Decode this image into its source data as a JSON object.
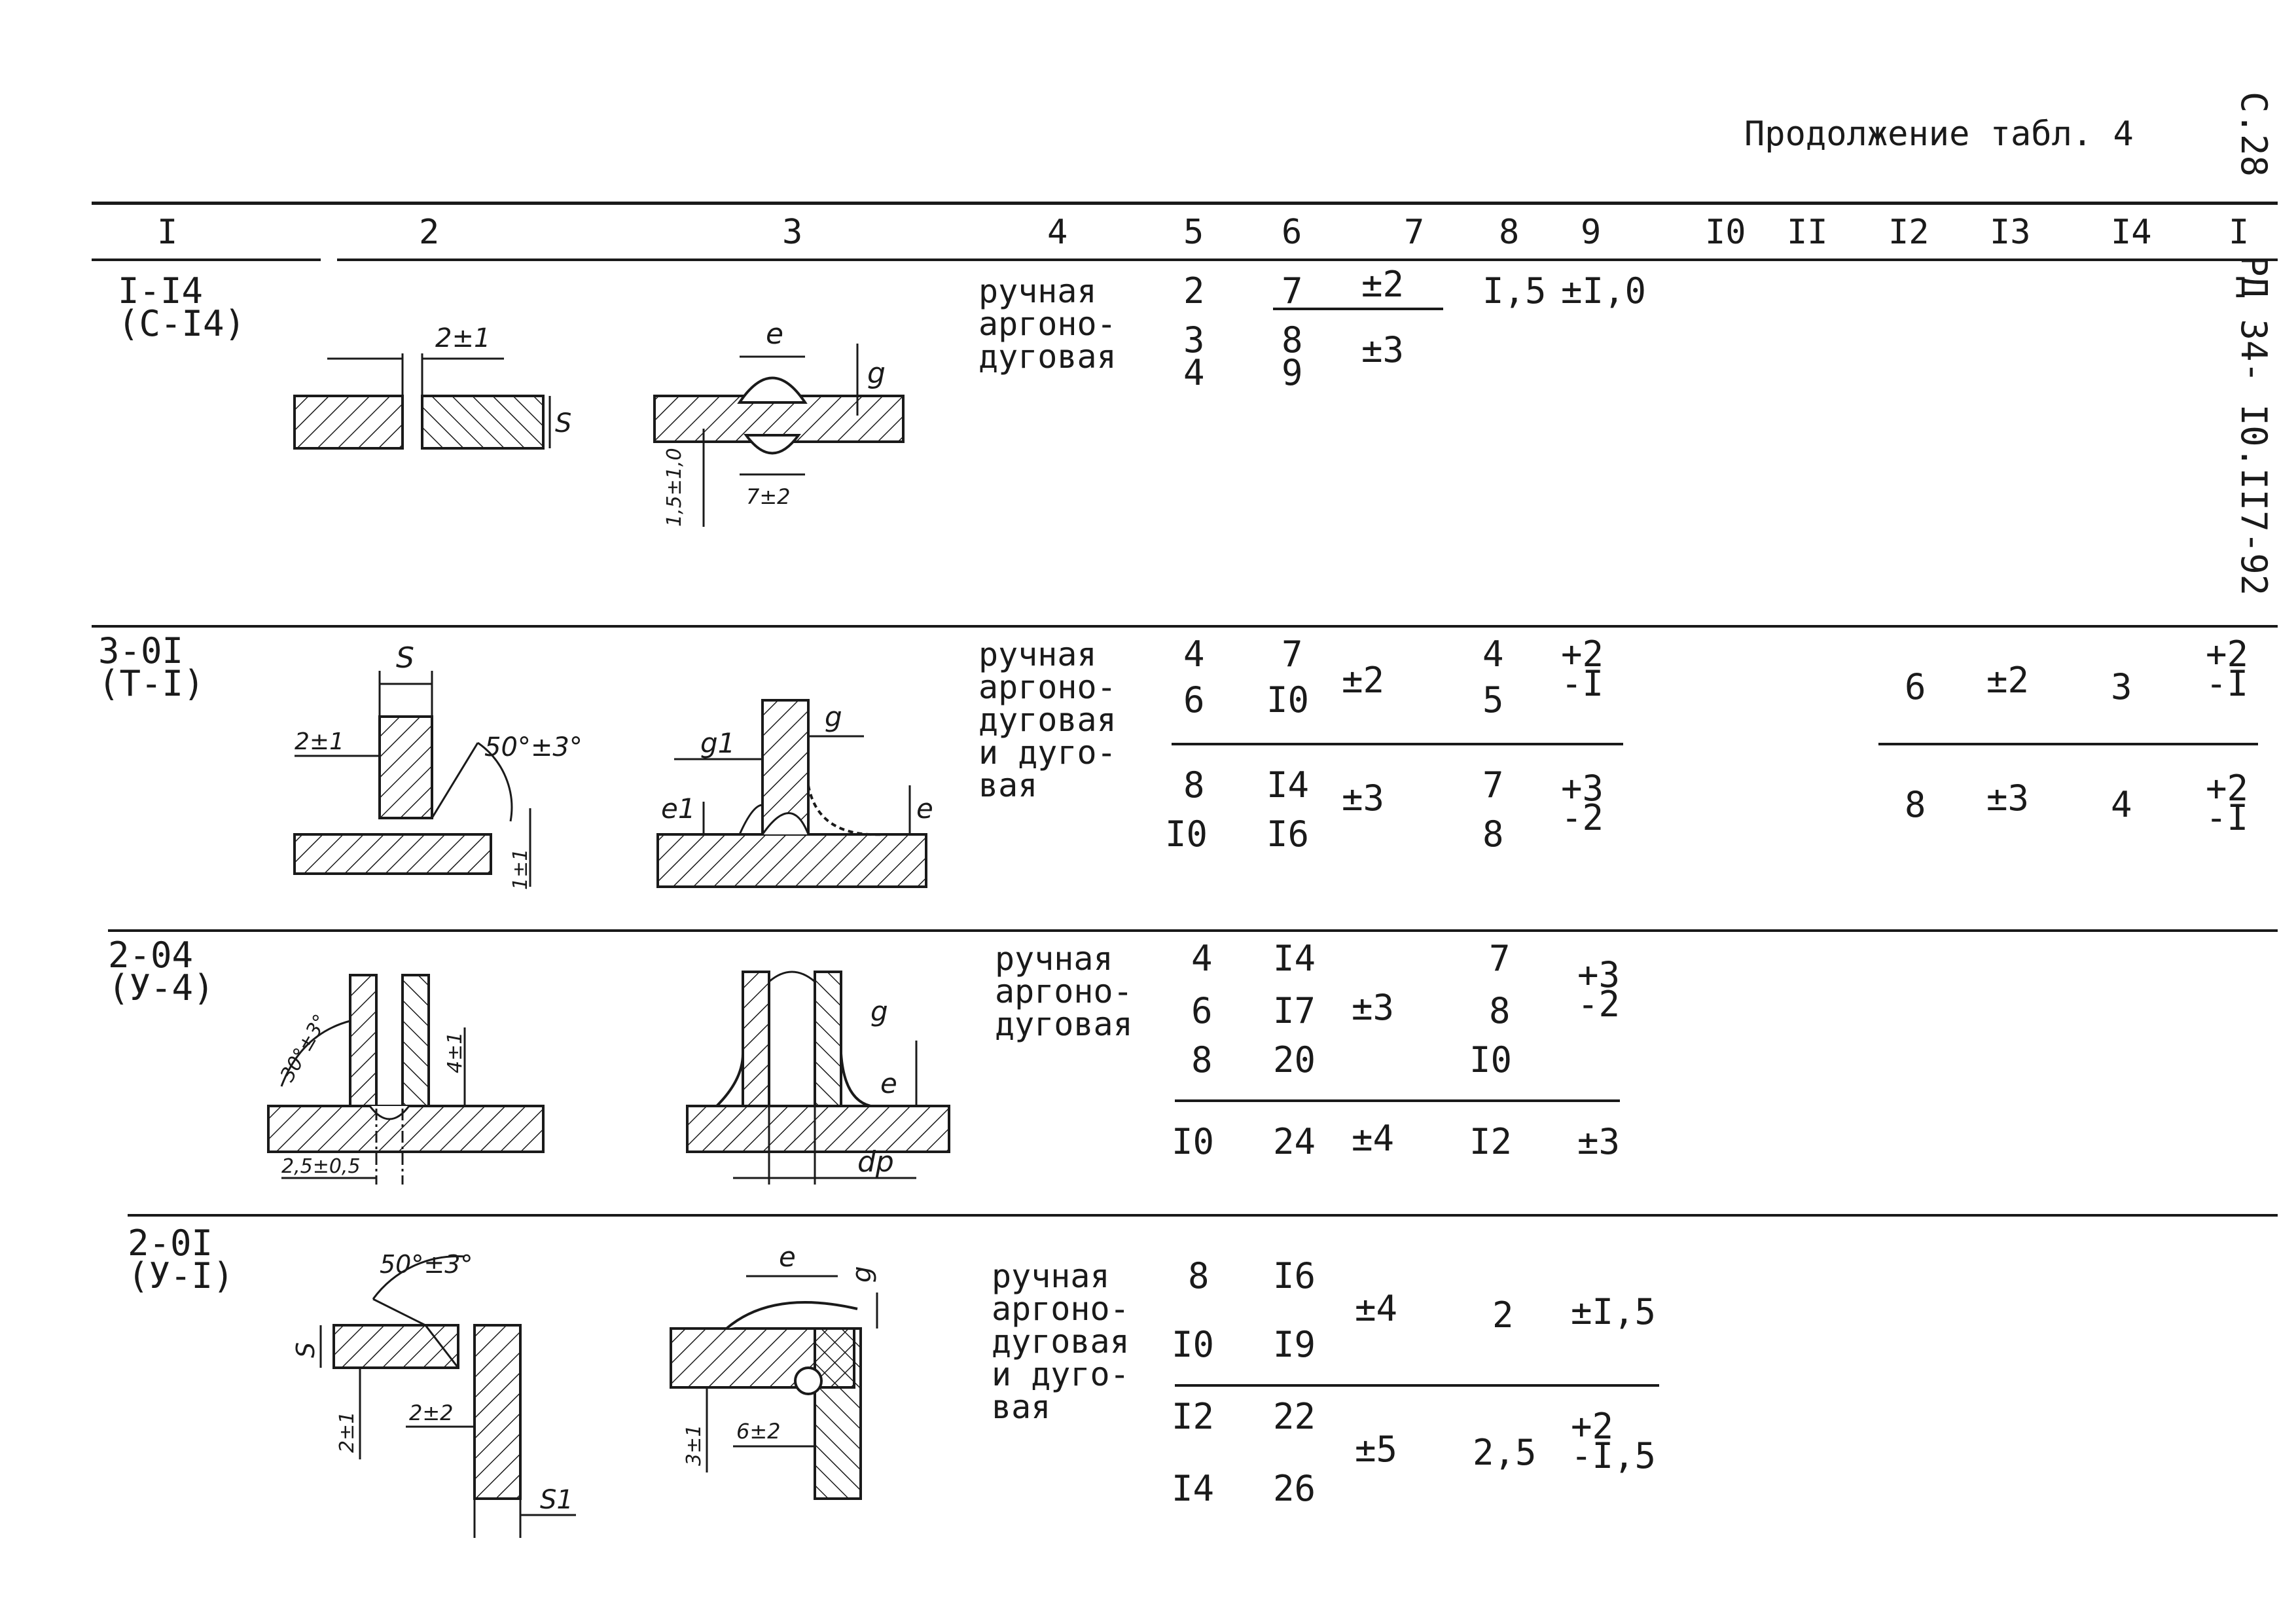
{
  "header": {
    "continuation": "Продолжение табл. 4",
    "page_ref": "С.28",
    "doc_code": "РД 34- I0.II7-92",
    "side_col_label": "I"
  },
  "columns": [
    "I",
    "2",
    "3",
    "4",
    "5",
    "6",
    "7",
    "8",
    "9",
    "I0",
    "II",
    "I2",
    "I3",
    "I4"
  ],
  "rows": [
    {
      "id_line1": "I-I4",
      "id_line2": "(С-I4)",
      "method": "ручная\nаргоно-\nдуговая",
      "col5": [
        "2",
        "3",
        "4"
      ],
      "col6": [
        "7",
        "8",
        "9"
      ],
      "col7": [
        "±2",
        "±3"
      ],
      "col8": "I,5",
      "col9": "±I,0",
      "dims2": {
        "gap": "2±1",
        "thick": "S"
      },
      "dims3": {
        "width": "e",
        "height": "g",
        "root": "1,5±1,0",
        "rootw": "7±2"
      }
    },
    {
      "id_line1": "3-0I",
      "id_line2": "(Т-I)",
      "method": "ручная\nаргоно-\nдуговая\nи дуго-\nвая",
      "col5": [
        "4",
        "6",
        "8",
        "I0"
      ],
      "col6": [
        "7",
        "I0",
        "I4",
        "I6"
      ],
      "col7": [
        "±2",
        "±3"
      ],
      "col8": [
        "4",
        "5",
        "7",
        "8"
      ],
      "col9": [
        "+2",
        "-I",
        "+3",
        "-2"
      ],
      "col12": [
        "6",
        "8"
      ],
      "col13": [
        "±2",
        "±3"
      ],
      "col14": [
        "3",
        "4"
      ],
      "colx": [
        "+2",
        "-I",
        "+2",
        "-I"
      ],
      "dims2": {
        "thick": "S",
        "gap": "2±1",
        "angle": "50°±3°",
        "gap2": "1±1"
      },
      "dims3": {
        "g1": "g1",
        "g": "g",
        "e1": "e1",
        "e": "e"
      }
    },
    {
      "id_line1": "2-04",
      "id_line2": "(У-4)",
      "method": "ручная\nаргоно-\nдуговая",
      "col5": [
        "4",
        "6",
        "8",
        "I0"
      ],
      "col6": [
        "I4",
        "I7",
        "20",
        "24"
      ],
      "col7": [
        "±3",
        "±4"
      ],
      "col8": [
        "7",
        "8",
        "I0",
        "I2"
      ],
      "col9": [
        "+3",
        "-2",
        "±3"
      ],
      "dims2": {
        "angle": "30°±3°",
        "gap": "4±1",
        "root": "2,5±0,5"
      },
      "dims3": {
        "g": "g",
        "e": "e",
        "d": "dр"
      }
    },
    {
      "id_line1": "2-0I",
      "id_line2": "(У-I)",
      "method": "ручная\nаргоно-\nдуговая\nи дуго-\nвая",
      "col5": [
        "8",
        "I0",
        "I2",
        "I4"
      ],
      "col6": [
        "I6",
        "I9",
        "22",
        "26"
      ],
      "col7": [
        "±4",
        "±5"
      ],
      "col8": [
        "2",
        "2,5"
      ],
      "col9": [
        "±I,5",
        "+2",
        "-I,5"
      ],
      "dims2": {
        "angle": "50°±3°",
        "thick": "S",
        "gap": "2±1",
        "gap2": "2±2",
        "thick1": "S1"
      },
      "dims3": {
        "e": "e",
        "g": "g",
        "gap": "3±1",
        "w": "6±2"
      }
    }
  ]
}
